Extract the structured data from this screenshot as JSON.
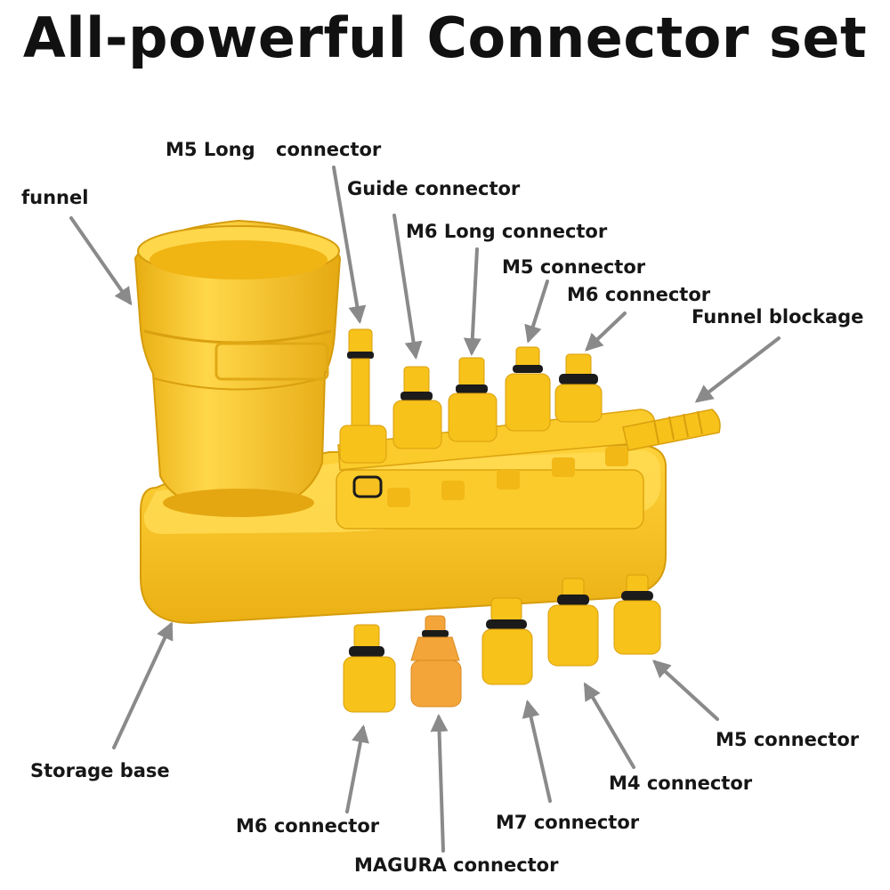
{
  "title": "All-powerful Connector set",
  "colors": {
    "plastic": "#F7C21A",
    "plastic_light": "#FFD84A",
    "plastic_dark": "#D99F0E",
    "magura": "#F4A53A",
    "oring": "#1B1B1B",
    "arrow": "#8A8A8A",
    "text": "#161616"
  },
  "labels": {
    "funnel": "funnel",
    "m5_long": "M5 Long",
    "m5_long_connector": "connector",
    "guide": "Guide connector",
    "m6_long": "M6 Long connector",
    "m5_top": "M5 connector",
    "m6_top": "M6 connector",
    "funnel_blockage": "Funnel blockage",
    "storage_base": "Storage base",
    "m6_bottom": "M6 connector",
    "magura": "MAGURA connector",
    "m7": "M7 connector",
    "m4": "M4 connector",
    "m5_bottom": "M5 connector"
  },
  "icons": [
    "funnel-icon",
    "connector-icon",
    "arrow-icon"
  ]
}
